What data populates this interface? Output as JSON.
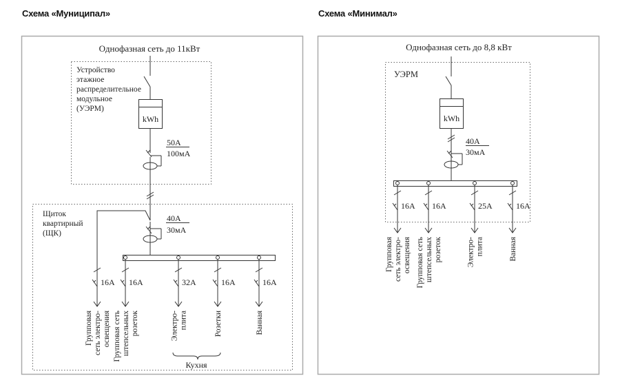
{
  "titles": {
    "left": "Схема «Муниципал»",
    "right": "Схема «Минимал»"
  },
  "municipal": {
    "supply": "Однофазная сеть до 11кВт",
    "uerm_label": [
      "Устройство",
      "этажное",
      "распределительное",
      "модульное",
      "(УЭРМ)"
    ],
    "meter": "kWh",
    "rcd1_top": "50А",
    "rcd1_bottom": "100мА",
    "shk_label": [
      "Щиток",
      "квартирный",
      "(ЩК)"
    ],
    "rcd2_top": "40А",
    "rcd2_bottom": "30мА",
    "breakers": [
      {
        "rating": "16А",
        "label": [
          "Групповая",
          "сеть электро-",
          "освещения"
        ]
      },
      {
        "rating": "16А",
        "label": [
          "Групповая сеть",
          "штепсельных",
          "розеток"
        ]
      },
      {
        "rating": "32А",
        "label": [
          "Электро-",
          "плита"
        ]
      },
      {
        "rating": "16А",
        "label": [
          "Розетки"
        ]
      },
      {
        "rating": "16А",
        "label": [
          "Ванная"
        ]
      }
    ],
    "group_label": "Кухня"
  },
  "minimal": {
    "supply": "Однофазная сеть до 8,8 кВт",
    "uerm_label": "УЭРМ",
    "meter": "kWh",
    "rcd_top": "40А",
    "rcd_bottom": "30мА",
    "breakers": [
      {
        "rating": "16А",
        "label": [
          "Групповая",
          "сеть электро-",
          "освещения"
        ]
      },
      {
        "rating": "16А",
        "label": [
          "Групповая сеть",
          "штепсельных",
          "розеток"
        ]
      },
      {
        "rating": "25А",
        "label": [
          "Электро-",
          "плита"
        ]
      },
      {
        "rating": "16А",
        "label": [
          "Ванная"
        ]
      }
    ]
  }
}
